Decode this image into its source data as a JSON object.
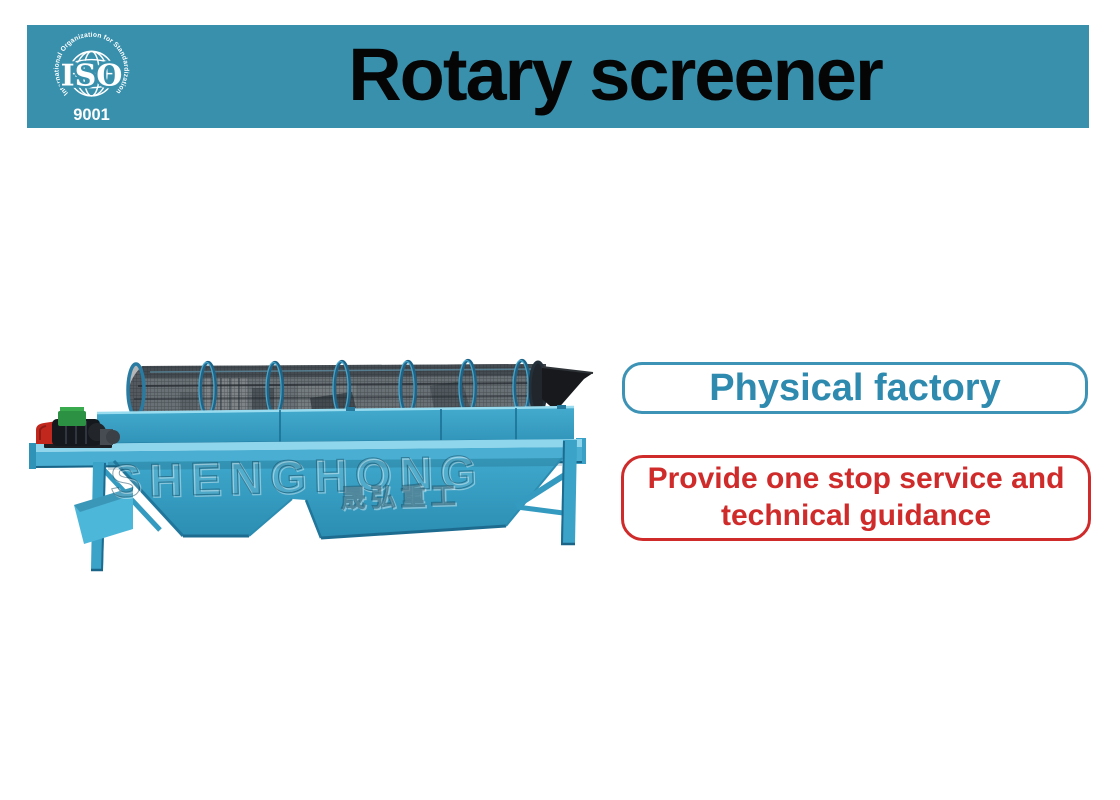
{
  "banner": {
    "title": "Rotary screener",
    "bg_color": "#3890ad",
    "iso": {
      "ring_text": "International Organization for Standardization",
      "acronym": "ISO",
      "number": "9001"
    }
  },
  "machine": {
    "watermark_en": "SHENGHONG",
    "watermark_cn": "晟弘重工",
    "body_color": "#35a0c6",
    "mesh_color": "#30373d",
    "hoop_color": "#1d6488",
    "funnel_color": "#17191c",
    "motor_guard_color": "#c2271d",
    "motor_body_color": "#15181c",
    "gearbox_color": "#2c9142"
  },
  "callouts": {
    "factory": {
      "label": "Physical factory",
      "text_color": "#2e8aae",
      "border_color": "#3d93b6"
    },
    "service": {
      "line1": "Provide one stop service and",
      "line2": "technical guidance",
      "text_color": "#cf2b2b",
      "border_color": "#cf2b2b"
    }
  }
}
